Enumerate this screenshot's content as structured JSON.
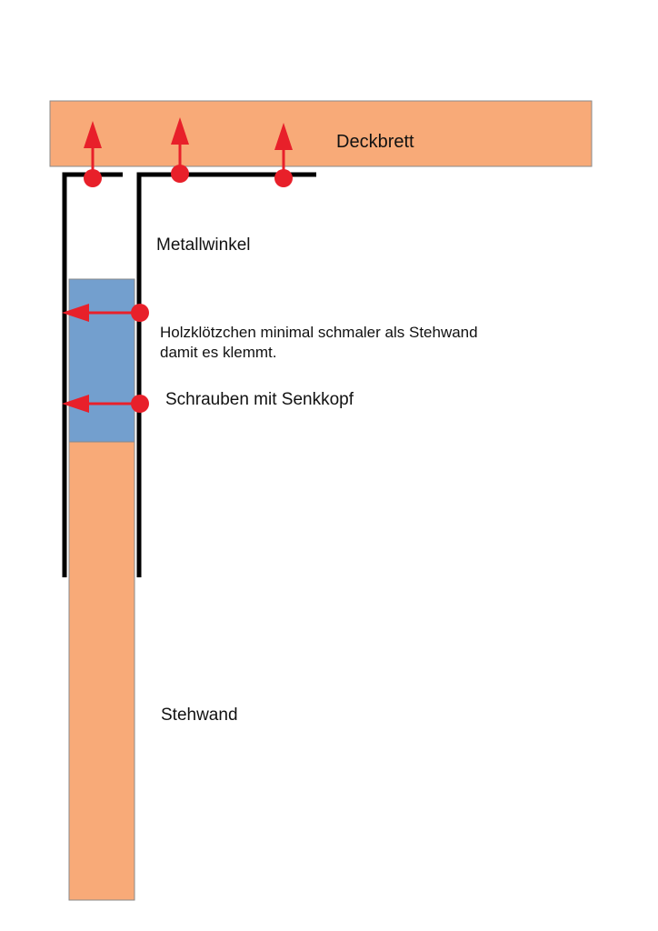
{
  "labels": {
    "deckbrett": "Deckbrett",
    "metallwinkel": "Metallwinkel",
    "holz_line1": "Holzklötzchen minimal schmaler als Stehwand",
    "holz_line2": "damit es klemmt.",
    "schrauben": "Schrauben mit Senkkopf",
    "stehwand": "Stehwand"
  },
  "colors": {
    "wood": "#F8AA78",
    "block": "#739FCE",
    "metal": "#000000",
    "screw": "#E8202A",
    "outline": "#8A8A8A"
  }
}
